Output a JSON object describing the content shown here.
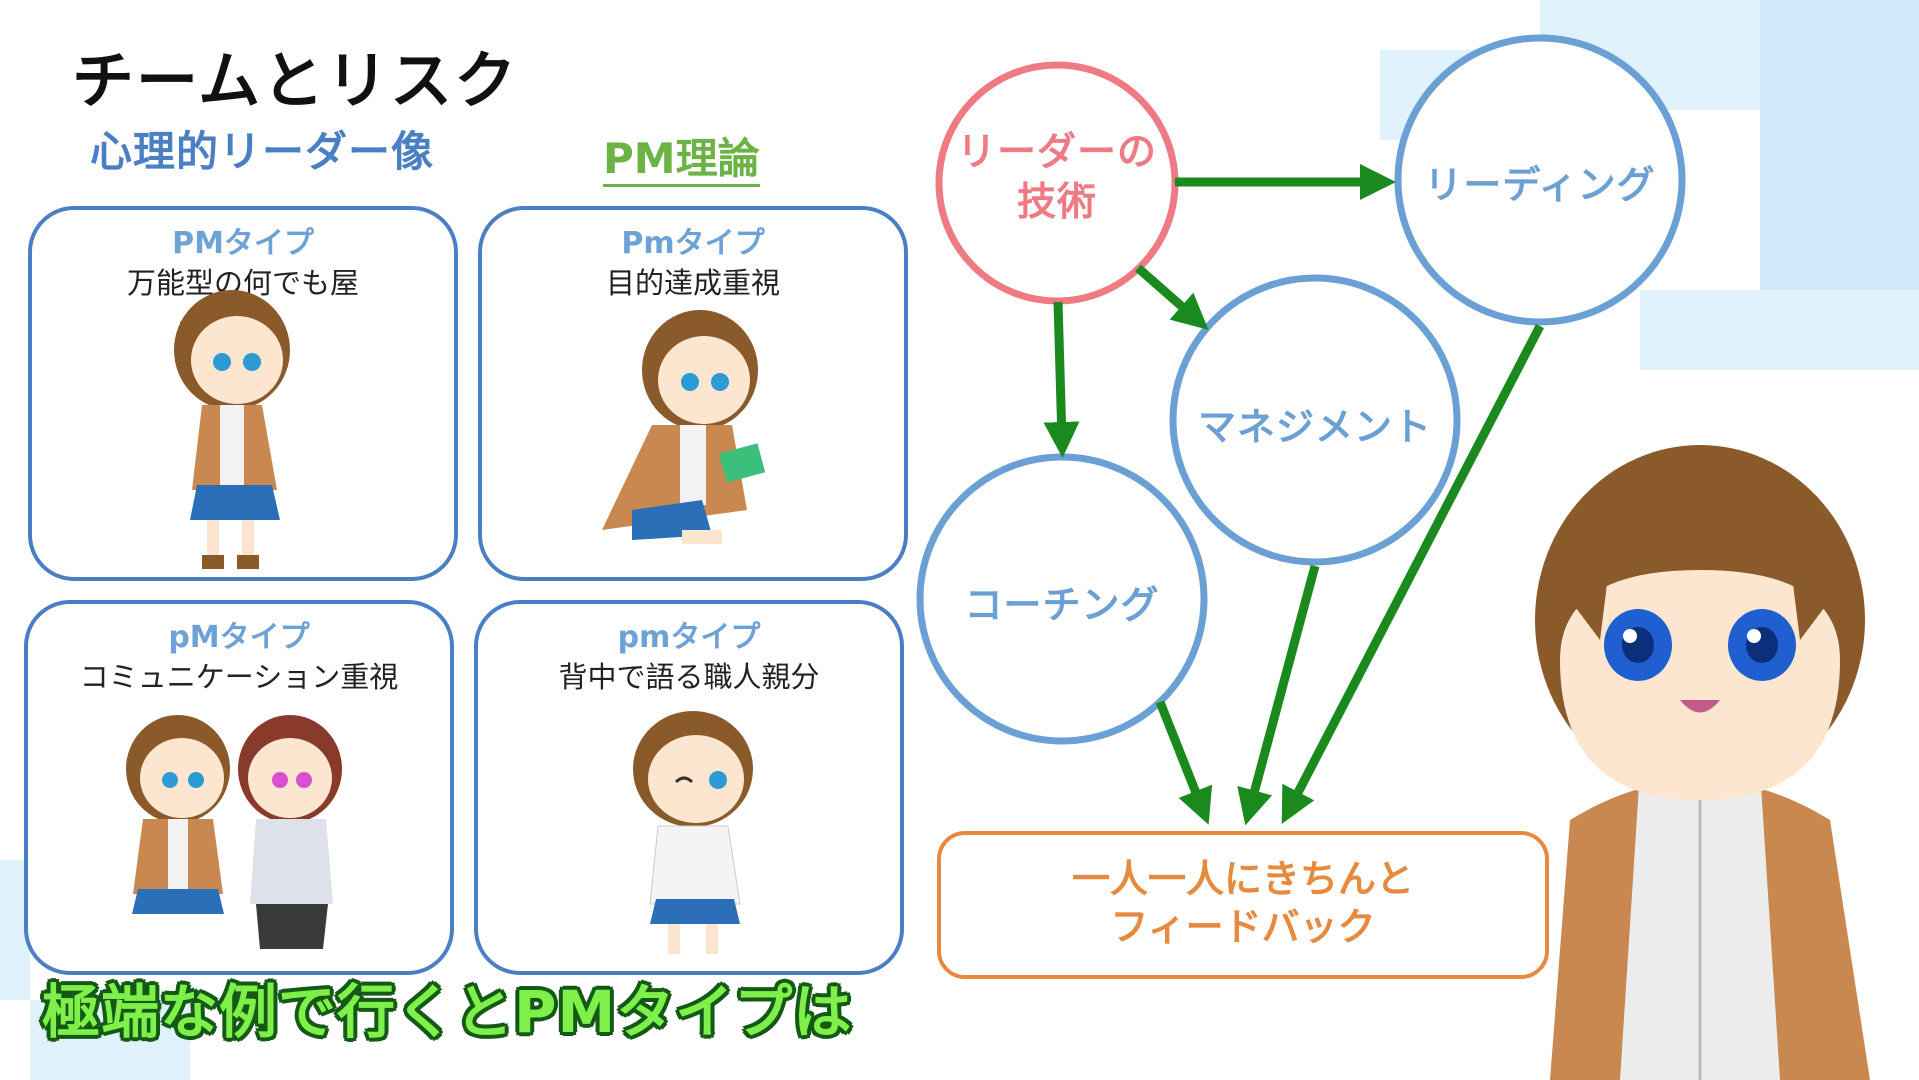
{
  "header": {
    "title": "チームとリスク",
    "subtitle": "心理的リーダー像",
    "pm_theory": "PM理論"
  },
  "cards": [
    {
      "type": "PMタイプ",
      "desc": "万能型の何でも屋"
    },
    {
      "type": "Pmタイプ",
      "desc": "目的達成重視"
    },
    {
      "type": "pMタイプ",
      "desc": "コミュニケーション重視"
    },
    {
      "type": "pmタイプ",
      "desc": "背中で語る職人親分"
    }
  ],
  "diagram": {
    "center": "リーダーの技術",
    "center_line1": "リーダーの",
    "center_line2": "技術",
    "leading": "リーディング",
    "management": "マネジメント",
    "coaching": "コーチング",
    "result_line1": "一人一人にきちんと",
    "result_line2": "フィードバック"
  },
  "caption": "極端な例で行くとPMタイプは",
  "colors": {
    "blue": "#4a7fc4",
    "pink": "#ee7a84",
    "green_arrow": "#1a8a1e",
    "orange": "#e58a3e",
    "caption_green": "#7ff04a"
  }
}
